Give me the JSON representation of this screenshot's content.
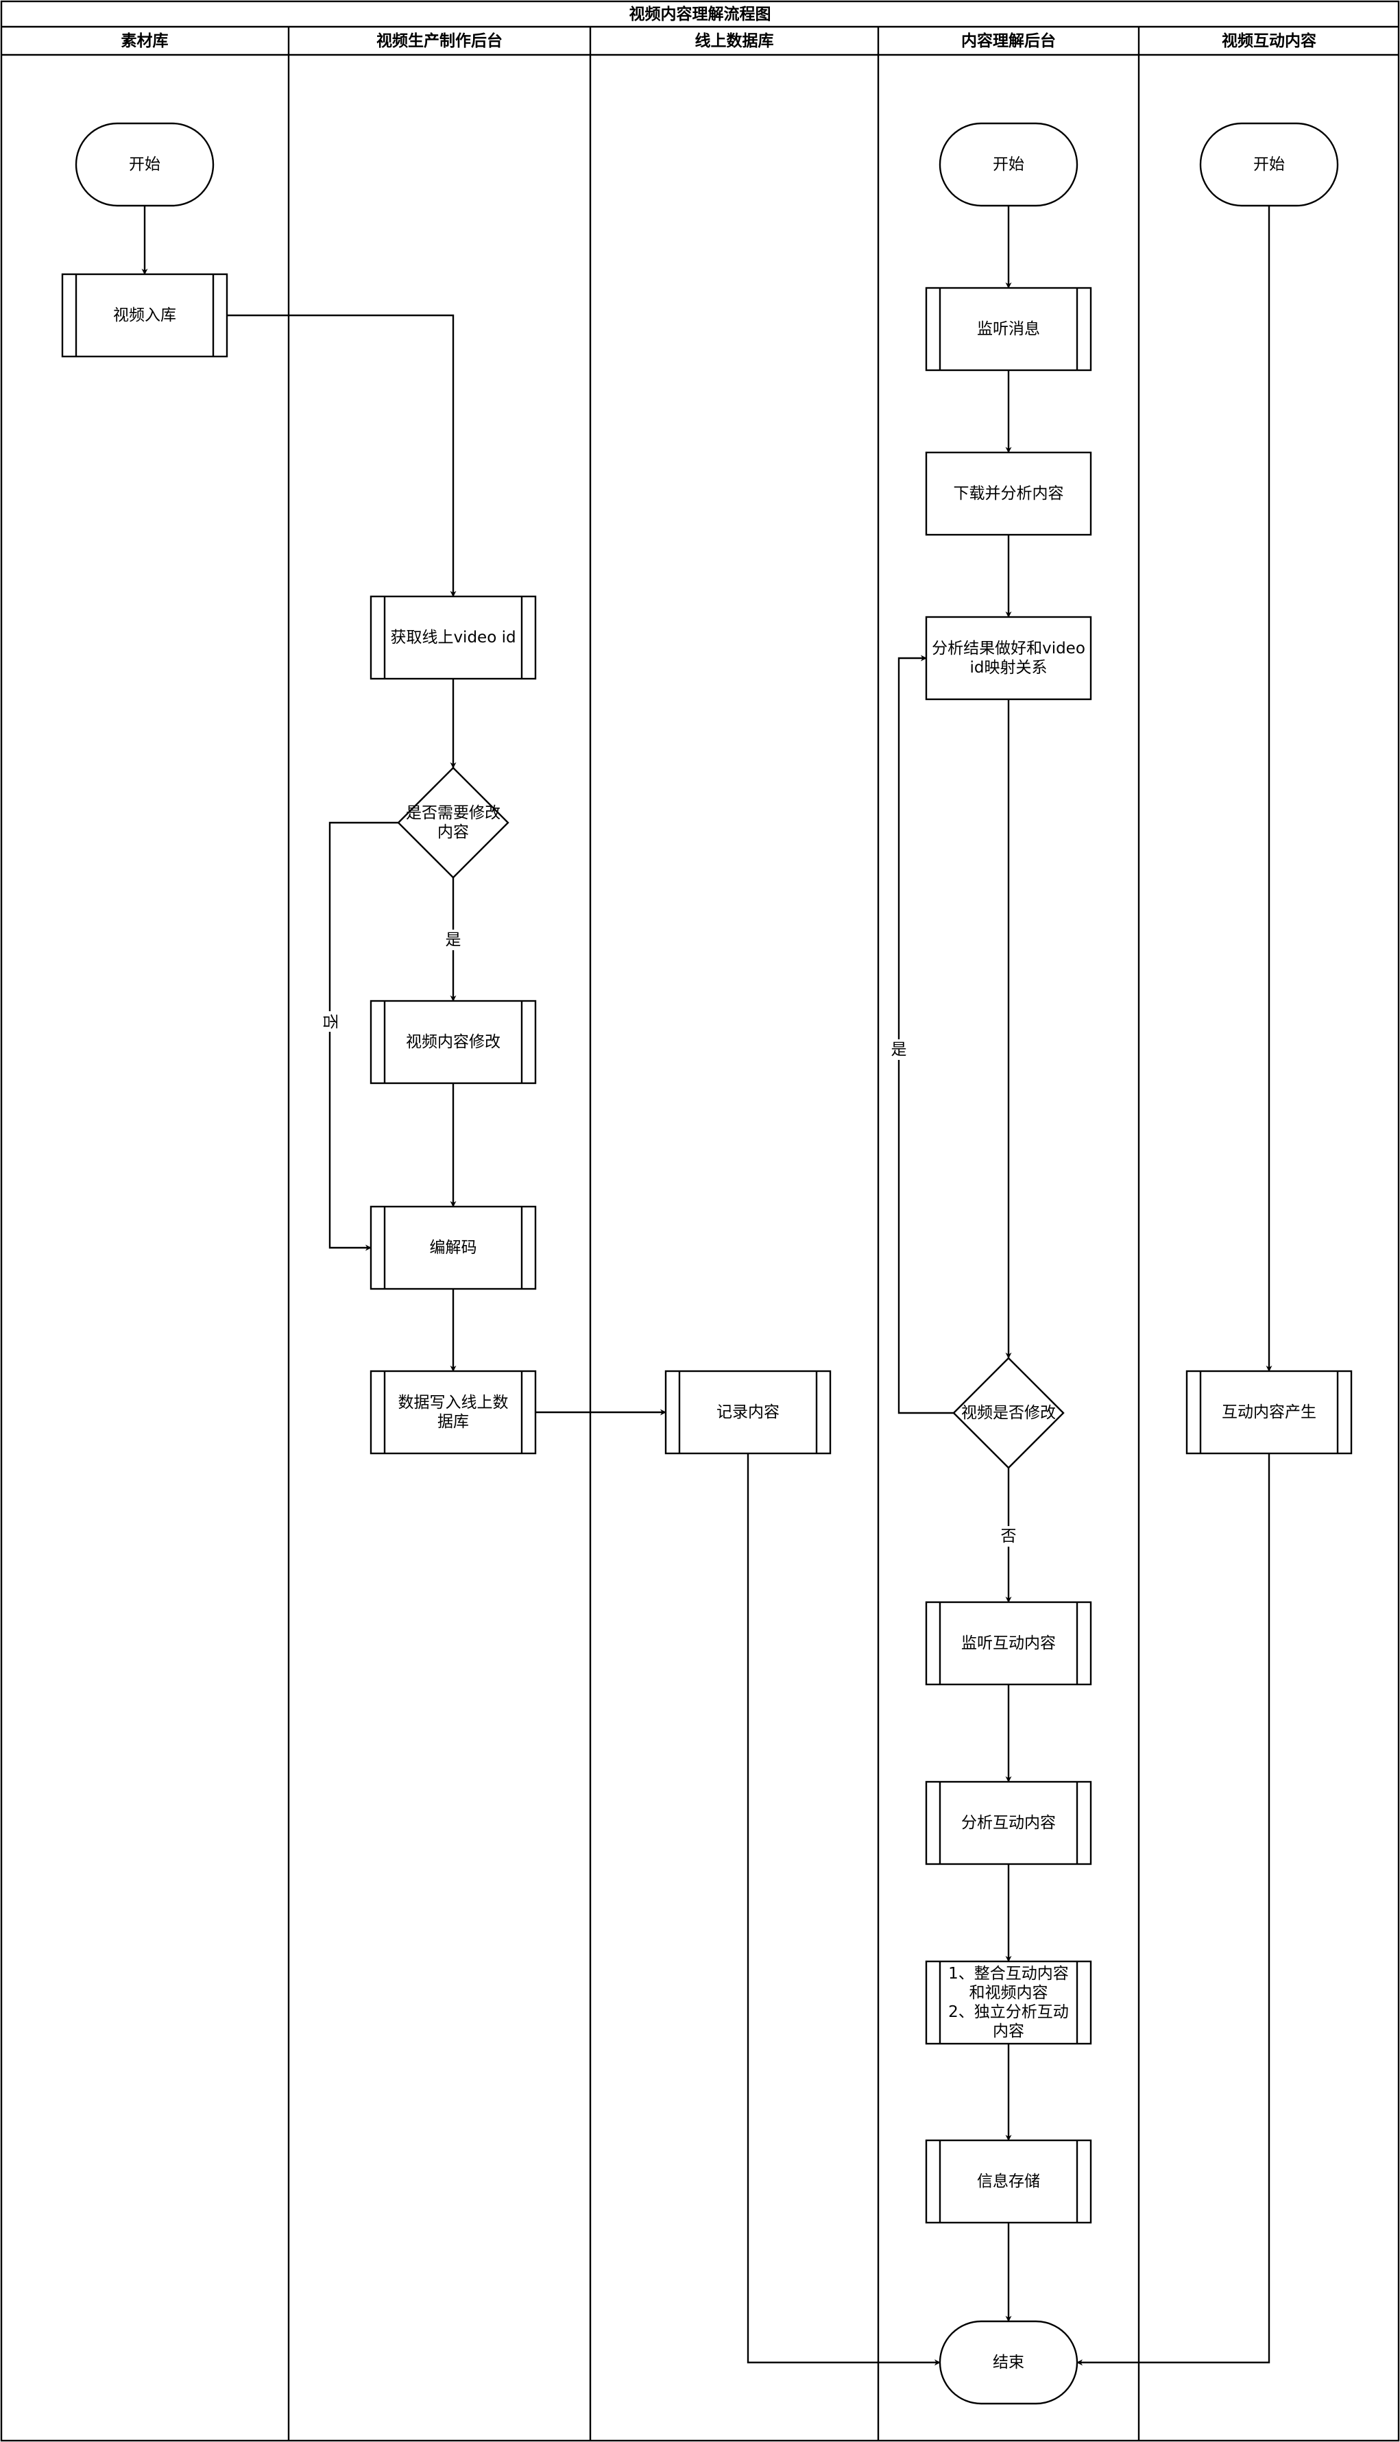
{
  "title": "视频内容理解流程图",
  "lanes": [
    "素材库",
    "视频生产制作后台",
    "线上数据库",
    "内容理解后台",
    "视频互动内容"
  ],
  "nodes": {
    "start_material": "开始",
    "video_ingest": "视频入库",
    "get_video_id": "获取线上video id",
    "need_modify": [
      "是否需要修改",
      "内容"
    ],
    "video_modify": "视频内容修改",
    "codec": "编解码",
    "write_db": [
      "数据写入线上数",
      "据库"
    ],
    "record": "记录内容",
    "start_understand": "开始",
    "listen_msg": "监听消息",
    "download_analyze": "下载并分析内容",
    "map_result": [
      "分析结果做好和video",
      "id映射关系"
    ],
    "video_modified": "视频是否修改",
    "listen_interact": "监听互动内容",
    "analyze_interact": "分析互动内容",
    "integrate": [
      "1、整合互动内容",
      "和视频内容",
      "2、独立分析互动",
      "内容"
    ],
    "store": "信息存储",
    "end": "结束",
    "start_interact": "开始",
    "interact_produce": "互动内容产生"
  },
  "edge_labels": {
    "need_modify_yes": "是",
    "need_modify_no": "否",
    "video_modified_yes": "是",
    "video_modified_no": "否"
  }
}
